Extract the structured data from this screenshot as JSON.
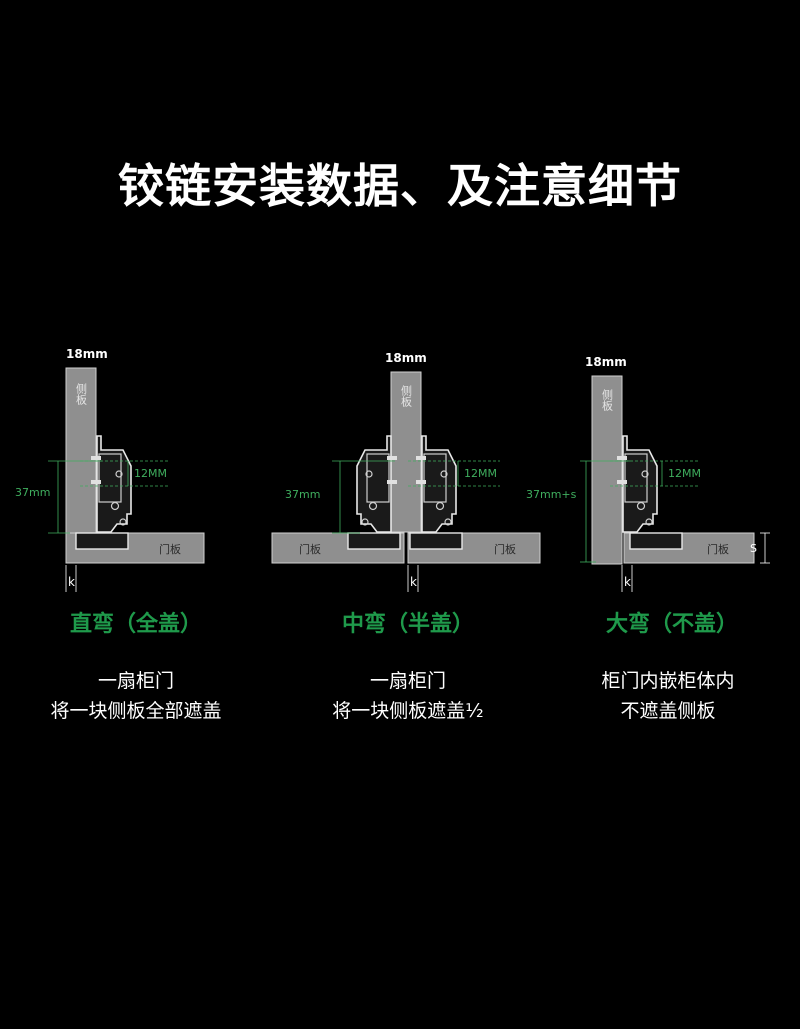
{
  "title": "铰链安装数据、及注意细节",
  "colors": {
    "background": "#000000",
    "panel_gray": "#8f8f8f",
    "green": "#1f9a4b",
    "dim_green": "#3fae5e",
    "text": "#ffffff"
  },
  "diagrams": [
    {
      "thickness": "18mm",
      "side_panel": "侧板",
      "door_panel": "门板",
      "left_door_panel": "",
      "height": "37mm",
      "offset": "12MM",
      "k": "k",
      "s": "",
      "name": "直弯（全盖）",
      "desc1": "一扇柜门",
      "desc2": "将一块侧板全部遮盖"
    },
    {
      "thickness": "18mm",
      "side_panel": "侧板",
      "door_panel": "门板",
      "left_door_panel": "门板",
      "height": "37mm",
      "offset": "12MM",
      "k": "k",
      "s": "",
      "name": "中弯（半盖）",
      "desc1": "一扇柜门",
      "desc2": "将一块侧板遮盖½"
    },
    {
      "thickness": "18mm",
      "side_panel": "侧板",
      "door_panel": "门板",
      "left_door_panel": "",
      "height": "37mm+s",
      "offset": "12MM",
      "k": "k",
      "s": "S",
      "name": "大弯（不盖）",
      "desc1": "柜门内嵌柜体内",
      "desc2": "不遮盖侧板"
    }
  ]
}
